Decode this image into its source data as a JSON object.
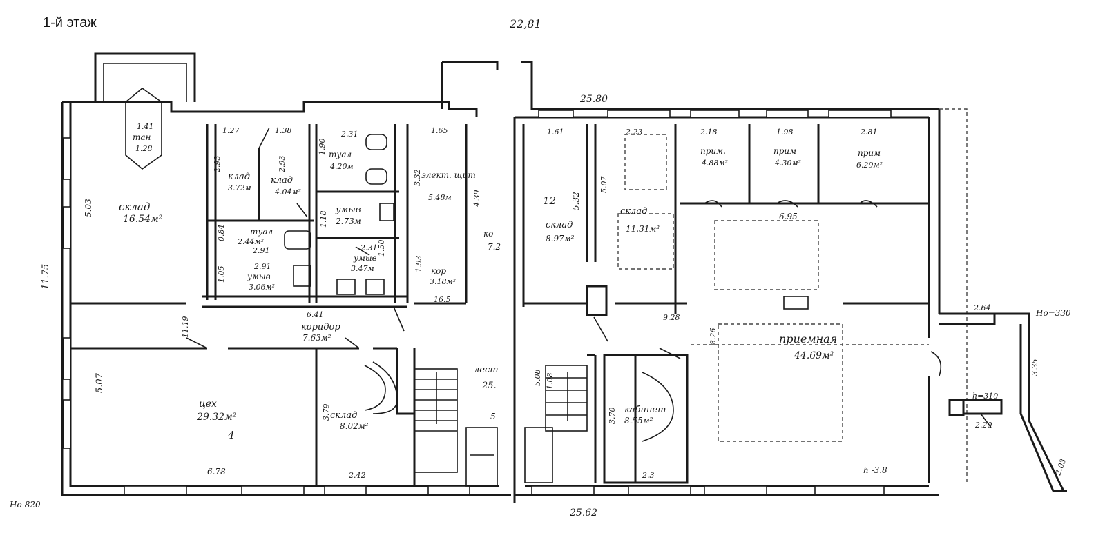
{
  "title": "1-й этаж",
  "top_number": "22,81",
  "dim_top_right": "25.80",
  "dim_bottom_right": "25.62",
  "height_mark_left": "Hо-820",
  "height_mark_right": "Hо=330",
  "dim_left_total": "11.75",
  "rooms": {
    "tambour": {
      "name": "тан",
      "d1": "1.41",
      "d2": "1.28"
    },
    "sklad1": {
      "name": "склад",
      "area": "16.54м²",
      "dim": "5.03"
    },
    "klad1": {
      "name": "клад",
      "area": "3.72м",
      "d1": "1.27",
      "d2": "2.93"
    },
    "klad2": {
      "name": "клад",
      "area": "4.04м²",
      "d1": "1.38",
      "d2": "2.93"
    },
    "toilet1": {
      "name": "туал",
      "area": "4.20м",
      "d1": "2.31",
      "d2": "1.90"
    },
    "washroom1": {
      "name": "умыв",
      "area": "2.73м",
      "d1": "1.18"
    },
    "toilet2": {
      "name": "туал",
      "area": "2.44м²",
      "d1": "0.84",
      "d2": "2.91"
    },
    "washroom2": {
      "name": "умыв",
      "area": "3.06м²",
      "d1": "2.91",
      "d2": "1.05"
    },
    "washroom3": {
      "name": "умыв",
      "area": "3.47м",
      "d1": "2.31",
      "d2": "1.50"
    },
    "electric": {
      "name": "элект. щит",
      "area": "5.48м",
      "d1": "1.65",
      "d2": "3.32"
    },
    "kor_small": {
      "name": "кор",
      "area": "3.18м²",
      "d1": "1.93",
      "d2": "16.5"
    },
    "kor_edge": {
      "name": "ко",
      "area": "7.2",
      "d1": "4.39"
    },
    "koridor": {
      "name": "коридор",
      "area": "7.63м²",
      "d1": "6.41",
      "d2": "11.19"
    },
    "workshop": {
      "name": "цех",
      "area": "29.32м²",
      "d1": "6.78",
      "d2": "5.07",
      "num": "4"
    },
    "sklad2": {
      "name": "склад",
      "area": "8.02м²",
      "d1": "3.79",
      "d2": "2.42"
    },
    "sklad3": {
      "name": "склад",
      "area": "8.97м²",
      "d1": "1.61",
      "d2": "5.32",
      "num": "12"
    },
    "sklad4": {
      "name": "склад",
      "area": "11.31м²",
      "d1": "2.23",
      "d2": "5.07"
    },
    "priem1": {
      "name": "прим.",
      "area": "4.88м²",
      "d1": "2.18"
    },
    "priem2": {
      "name": "прим",
      "area": "4.30м²",
      "d1": "1.98"
    },
    "priem3": {
      "name": "прим",
      "area": "6.29м²",
      "d1": "2.81"
    },
    "reception": {
      "name": "приемная",
      "area": "44.69м²",
      "d1": "6.95",
      "d2": "8.26",
      "d3": "9.28",
      "h": "h -3.8"
    },
    "cabinet": {
      "name": "кабинет",
      "area": "8.55м²",
      "d1": "3.70",
      "d2": "2.3"
    },
    "stair_left": {
      "label": "лест",
      "d1": "25.",
      "d2": "5"
    },
    "stair_right": {
      "d1": "5.08",
      "d2": "1.08"
    },
    "porch": {
      "d1": "2.64",
      "d2": "3.35",
      "d3": "2.20",
      "d4": "2.03",
      "h": "h=310"
    }
  }
}
